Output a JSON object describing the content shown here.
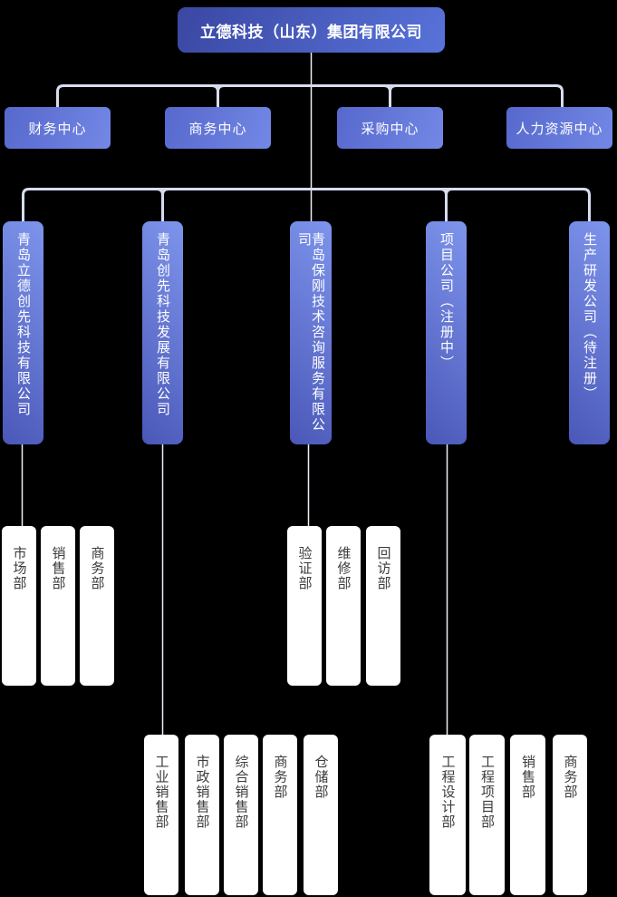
{
  "root": {
    "label": "立德科技（山东）集团有限公司"
  },
  "centers": [
    {
      "label": "财务中心"
    },
    {
      "label": "商务中心"
    },
    {
      "label": "采购中心"
    },
    {
      "label": "人力资源中心"
    }
  ],
  "companies": [
    {
      "label": "青岛立德创先科技有限公司"
    },
    {
      "label": "青岛创先科技发展有限公司"
    },
    {
      "label": "青岛保刚技术咨询服务有限公司"
    },
    {
      "label": "项目公司（注册中）"
    },
    {
      "label": "生产研发公司（待注册）"
    }
  ],
  "departments": {
    "company1": [
      {
        "label": "市场部"
      },
      {
        "label": "销售部"
      },
      {
        "label": "商务部"
      }
    ],
    "company2": [
      {
        "label": "工业销售部"
      },
      {
        "label": "市政销售部"
      },
      {
        "label": "综合销售部"
      },
      {
        "label": "商务部"
      },
      {
        "label": "仓储部"
      }
    ],
    "company3": [
      {
        "label": "验证部"
      },
      {
        "label": "维修部"
      },
      {
        "label": "回访部"
      }
    ],
    "company4": [
      {
        "label": "工程设计部"
      },
      {
        "label": "工程项目部"
      },
      {
        "label": "销售部"
      },
      {
        "label": "商务部"
      }
    ]
  },
  "colors": {
    "background": "#000000",
    "root_gradient_start": "#3A47A2",
    "root_gradient_end": "#5873DA",
    "center_gradient_start": "#5668CC",
    "center_gradient_end": "#7388E6",
    "company_gradient_light": "#7E95EC",
    "company_gradient_dark": "#4A57B8",
    "connector": "#D7DDEE",
    "connector_thin": "#ECEFF8",
    "department_bg": "#FFFFFF",
    "department_text": "#3C3C3C"
  }
}
